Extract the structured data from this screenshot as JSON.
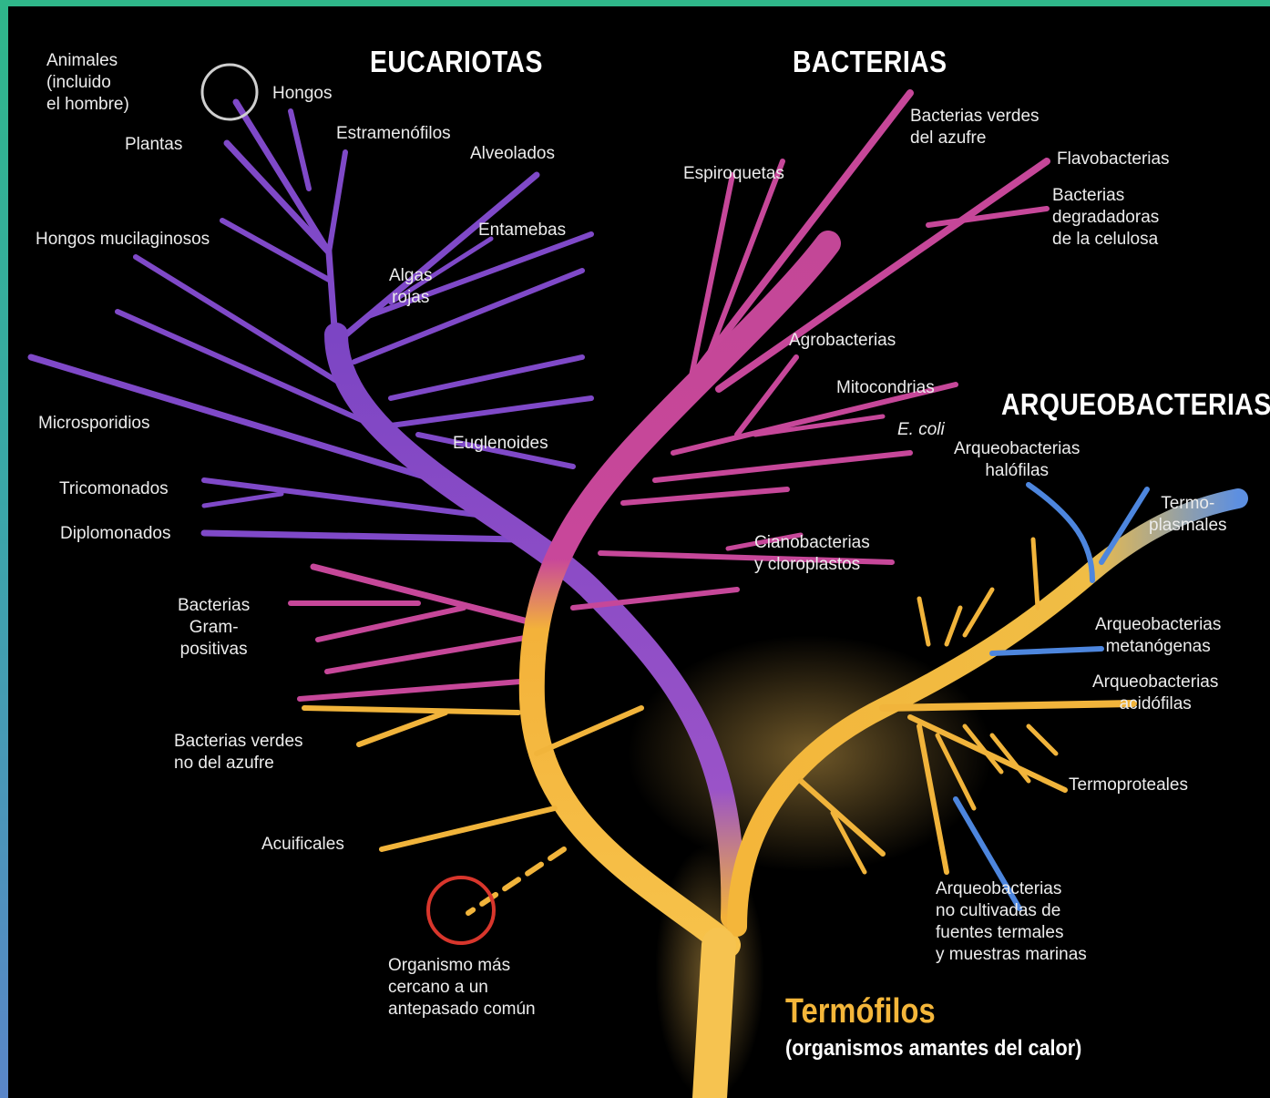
{
  "domains": {
    "eukaryotes": "EUCARIOTAS",
    "bacteria": "BACTERIAS",
    "archaea": "ARQUEOBACTERIAS"
  },
  "colors": {
    "eukaryotes": "#8a4fd0",
    "bacteria": "#c8479a",
    "archaea": "#4f8ee0",
    "thermophiles": "#f4b63a"
  },
  "eukaryote_groups": {
    "animals": "Animales\n(incluido\nel hombre)",
    "fungi": "Hongos",
    "plants": "Plantas",
    "stramenopiles": "Estramenófilos",
    "alveolates": "Alveolados",
    "slime_molds": "Hongos mucilaginosos",
    "entamoebae": "Entamebas",
    "red_algae": "Algas\nrojas",
    "microsporidia": "Microsporidios",
    "euglenoids": "Euglenoides",
    "trichomonads": "Tricomonados",
    "diplomonads": "Diplomonados"
  },
  "bacteria_groups": {
    "green_sulfur": "Bacterias verdes\ndel azufre",
    "flavobacteria": "Flavobacterias",
    "cellulose_degraders": "Bacterias\ndegradadoras\nde la celulosa",
    "spirochetes": "Espiroquetas",
    "agrobacteria": "Agrobacterias",
    "mitochondria": "Mitocondrias",
    "ecoli": "E. coli",
    "cyanobacteria": "Cianobacterias\ny cloroplastos",
    "gram_positive": "Bacterias\nGram-\npositivas",
    "green_nonsulfur": "Bacterias verdes\nno del azufre",
    "aquificales": "Acuificales"
  },
  "archaea_groups": {
    "halophiles": "Arqueobacterias\nhalófilas",
    "thermoplasmales": "Termo-\nplasmales",
    "methanogens": "Arqueobacterias\nmetanógenas",
    "acidophiles": "Arqueobacterias\nacidófilas",
    "thermoproteales": "Termoproteales",
    "uncultured": "Arqueobacterias\nno cultivadas de\nfuentes termales\ny muestras marinas"
  },
  "root": {
    "ancestor": "Organismo más\ncercano a un\nantepasado común"
  },
  "legend": {
    "title": "Termófilos",
    "subtitle": "(organismos amantes del calor)"
  }
}
